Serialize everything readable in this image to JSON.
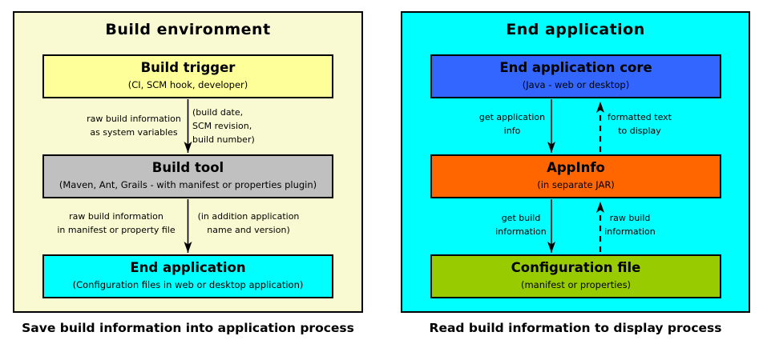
{
  "left_panel": {
    "title": "Build environment",
    "caption": "Save build information into application process",
    "colors": {
      "panel_bg": "#FAFAD2"
    },
    "boxes": [
      {
        "title": "Build trigger",
        "subtitle": "(CI, SCM hook, developer)",
        "bg": "#FFFF99"
      },
      {
        "title": "Build tool",
        "subtitle": "(Maven, Ant, Grails - with manifest or properties plugin)",
        "bg": "#C0C0C0"
      },
      {
        "title": "End application",
        "subtitle": "(Configuration files in web or desktop application)",
        "bg": "#00FFFF"
      }
    ],
    "edges": [
      {
        "left_label": "raw build information\nas system variables",
        "right_label": "(build date,\nSCM revision,\nbuild number)"
      },
      {
        "left_label": "raw build information\nin manifest or property file",
        "right_label": "(in addition application\nname and version)"
      }
    ]
  },
  "right_panel": {
    "title": "End application",
    "caption": "Read build information to display process",
    "colors": {
      "panel_bg": "#00FFFF"
    },
    "boxes": [
      {
        "title": "End application core",
        "subtitle": "(Java - web or desktop)",
        "bg": "#3366FF"
      },
      {
        "title": "AppInfo",
        "subtitle": "(in separate JAR)",
        "bg": "#FF6600"
      },
      {
        "title": "Configuration file",
        "subtitle": "(manifest or properties)",
        "bg": "#99CC00"
      }
    ],
    "edges": [
      {
        "down_label": "get application\ninfo",
        "up_label": "formatted text\nto display"
      },
      {
        "down_label": "get build\ninformation",
        "up_label": "raw build\ninformation"
      }
    ]
  },
  "arrow_color": "#000000"
}
